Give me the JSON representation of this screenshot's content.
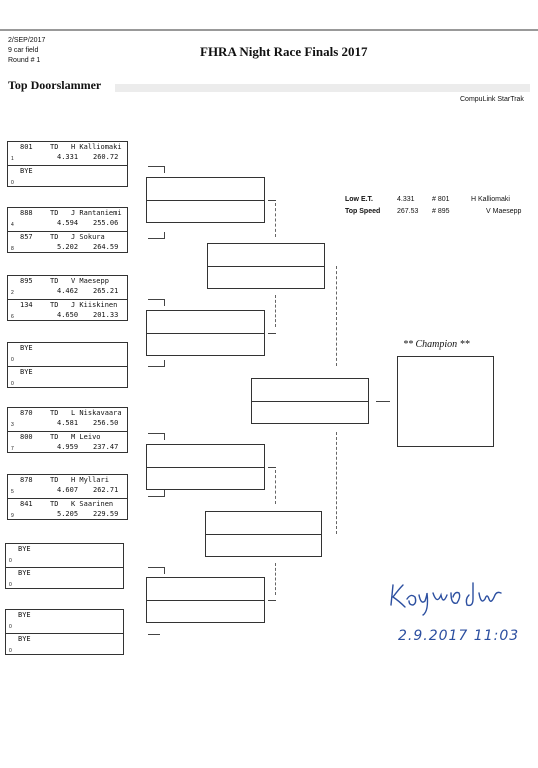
{
  "header": {
    "date": "2/SEP/2017",
    "field": "9 car field",
    "round": "Round # 1",
    "title": "FHRA Night Race Finals 2017",
    "class_name": "Top Doorslammer",
    "system": "CompuLink StarTrak"
  },
  "matches": [
    {
      "lanes": [
        {
          "num": "801",
          "cls": "TD",
          "name": "H Kalliomaki",
          "seed": "1",
          "et": "4.331",
          "mph": "260.72"
        },
        {
          "num": "BYE",
          "cls": "",
          "name": "",
          "seed": "0",
          "et": "",
          "mph": ""
        }
      ]
    },
    {
      "lanes": [
        {
          "num": "888",
          "cls": "TD",
          "name": "J Rantaniemi",
          "seed": "4",
          "et": "4.594",
          "mph": "255.06"
        },
        {
          "num": "857",
          "cls": "TD",
          "name": "J Sokura",
          "seed": "8",
          "et": "5.202",
          "mph": "264.59"
        }
      ]
    },
    {
      "lanes": [
        {
          "num": "895",
          "cls": "TD",
          "name": "V Maesepp",
          "seed": "2",
          "et": "4.462",
          "mph": "265.21"
        },
        {
          "num": "134",
          "cls": "TD",
          "name": "J Kiiskinen",
          "seed": "6",
          "et": "4.650",
          "mph": "201.33"
        }
      ]
    },
    {
      "lanes": [
        {
          "num": "BYE",
          "cls": "",
          "name": "",
          "seed": "0",
          "et": "",
          "mph": ""
        },
        {
          "num": "BYE",
          "cls": "",
          "name": "",
          "seed": "0",
          "et": "",
          "mph": ""
        }
      ]
    },
    {
      "lanes": [
        {
          "num": "870",
          "cls": "TD",
          "name": "L Niskavaara",
          "seed": "3",
          "et": "4.581",
          "mph": "256.50"
        },
        {
          "num": "800",
          "cls": "TD",
          "name": "M Leivo",
          "seed": "7",
          "et": "4.959",
          "mph": "237.47"
        }
      ]
    },
    {
      "lanes": [
        {
          "num": "878",
          "cls": "TD",
          "name": "H Myllari",
          "seed": "5",
          "et": "4.607",
          "mph": "262.71"
        },
        {
          "num": "841",
          "cls": "TD",
          "name": "K Saarinen",
          "seed": "9",
          "et": "5.205",
          "mph": "229.59"
        }
      ]
    },
    {
      "lanes": [
        {
          "num": "BYE",
          "cls": "",
          "name": "",
          "seed": "0",
          "et": "",
          "mph": ""
        },
        {
          "num": "BYE",
          "cls": "",
          "name": "",
          "seed": "0",
          "et": "",
          "mph": ""
        }
      ]
    },
    {
      "lanes": [
        {
          "num": "BYE",
          "cls": "",
          "name": "",
          "seed": "0",
          "et": "",
          "mph": ""
        },
        {
          "num": "BYE",
          "cls": "",
          "name": "",
          "seed": "0",
          "et": "",
          "mph": ""
        }
      ]
    }
  ],
  "stats": {
    "low_et": {
      "label": "Low  E.T.",
      "value": "4.331",
      "car": "# 801",
      "driver": "H Kalliomaki"
    },
    "top_speed": {
      "label": "Top Speed",
      "value": "267.53",
      "car": "# 895",
      "driver": "V Maesepp"
    }
  },
  "champion_label": "** Champion **",
  "signature": {
    "name": "Kaysuu Jw",
    "datetime": "2.9.2017  11:03"
  }
}
